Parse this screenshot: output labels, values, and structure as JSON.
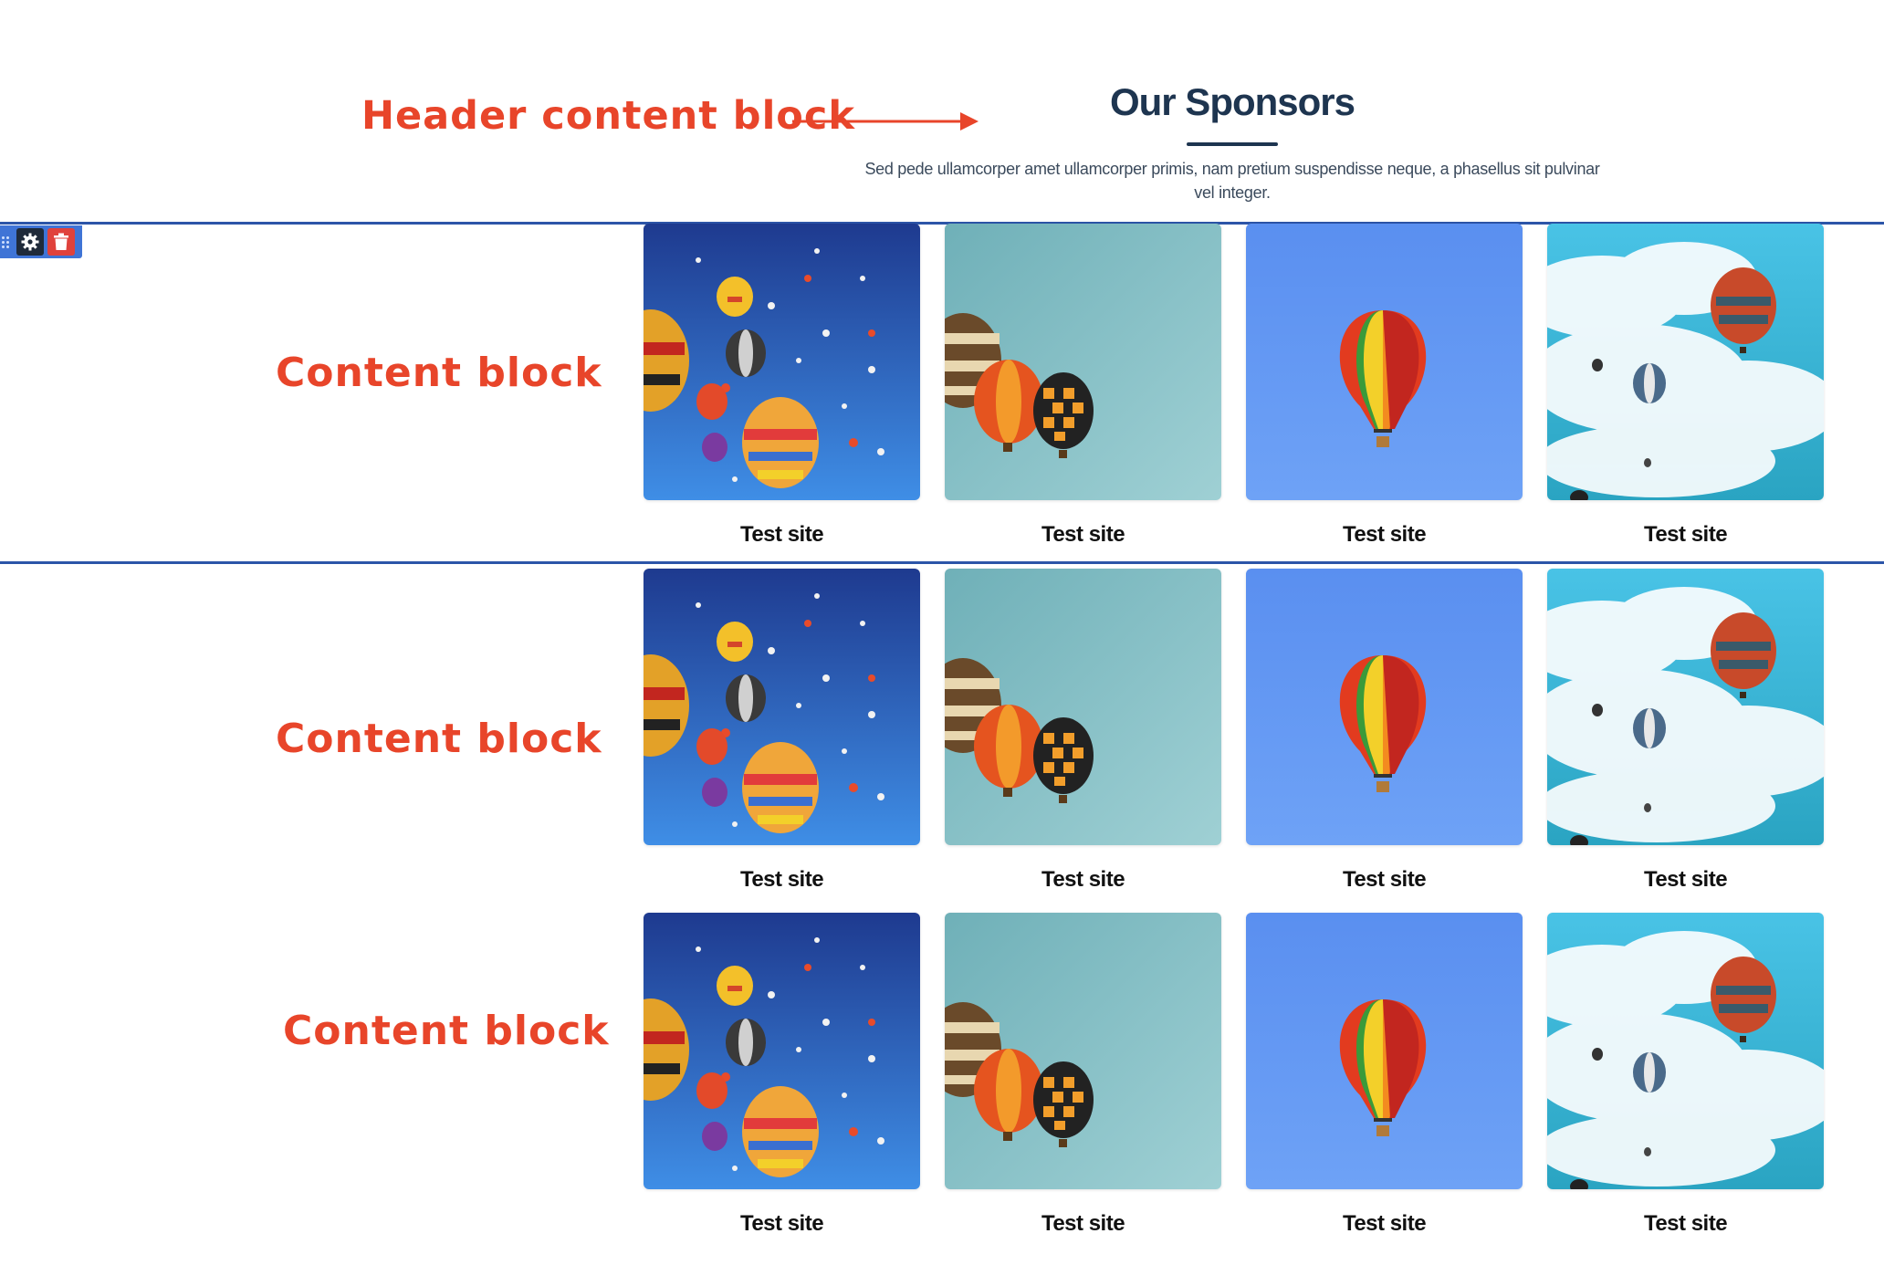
{
  "annotations": {
    "header": "Header content block",
    "content": [
      "Content block",
      "Content block",
      "Content block"
    ]
  },
  "section": {
    "title": "Our Sponsors",
    "description_line1": "Sed pede ullamcorper amet ullamcorper primis, nam pretium suspendisse neque, a phasellus sit pulvinar",
    "description_line2": "vel integer."
  },
  "toolbar": {
    "icons": [
      "drag-handle-icon",
      "gear-icon",
      "trash-icon"
    ]
  },
  "rows": [
    {
      "cards": [
        {
          "label": "Test site",
          "image": "balloon-festival-image"
        },
        {
          "label": "Test site",
          "image": "three-balloons-teal-image"
        },
        {
          "label": "Test site",
          "image": "single-balloon-blue-image"
        },
        {
          "label": "Test site",
          "image": "balloons-clouds-image"
        }
      ]
    },
    {
      "cards": [
        {
          "label": "Test site",
          "image": "balloon-festival-image"
        },
        {
          "label": "Test site",
          "image": "three-balloons-teal-image"
        },
        {
          "label": "Test site",
          "image": "single-balloon-blue-image"
        },
        {
          "label": "Test site",
          "image": "balloons-clouds-image"
        }
      ]
    },
    {
      "cards": [
        {
          "label": "Test site",
          "image": "balloon-festival-image"
        },
        {
          "label": "Test site",
          "image": "three-balloons-teal-image"
        },
        {
          "label": "Test site",
          "image": "single-balloon-blue-image"
        },
        {
          "label": "Test site",
          "image": "balloons-clouds-image"
        }
      ]
    }
  ],
  "colors": {
    "annotation": "#e8452a",
    "title": "#1e3550",
    "selection": "#2c55a8",
    "toolbar": "#3f74d6",
    "delete": "#e0423c"
  }
}
